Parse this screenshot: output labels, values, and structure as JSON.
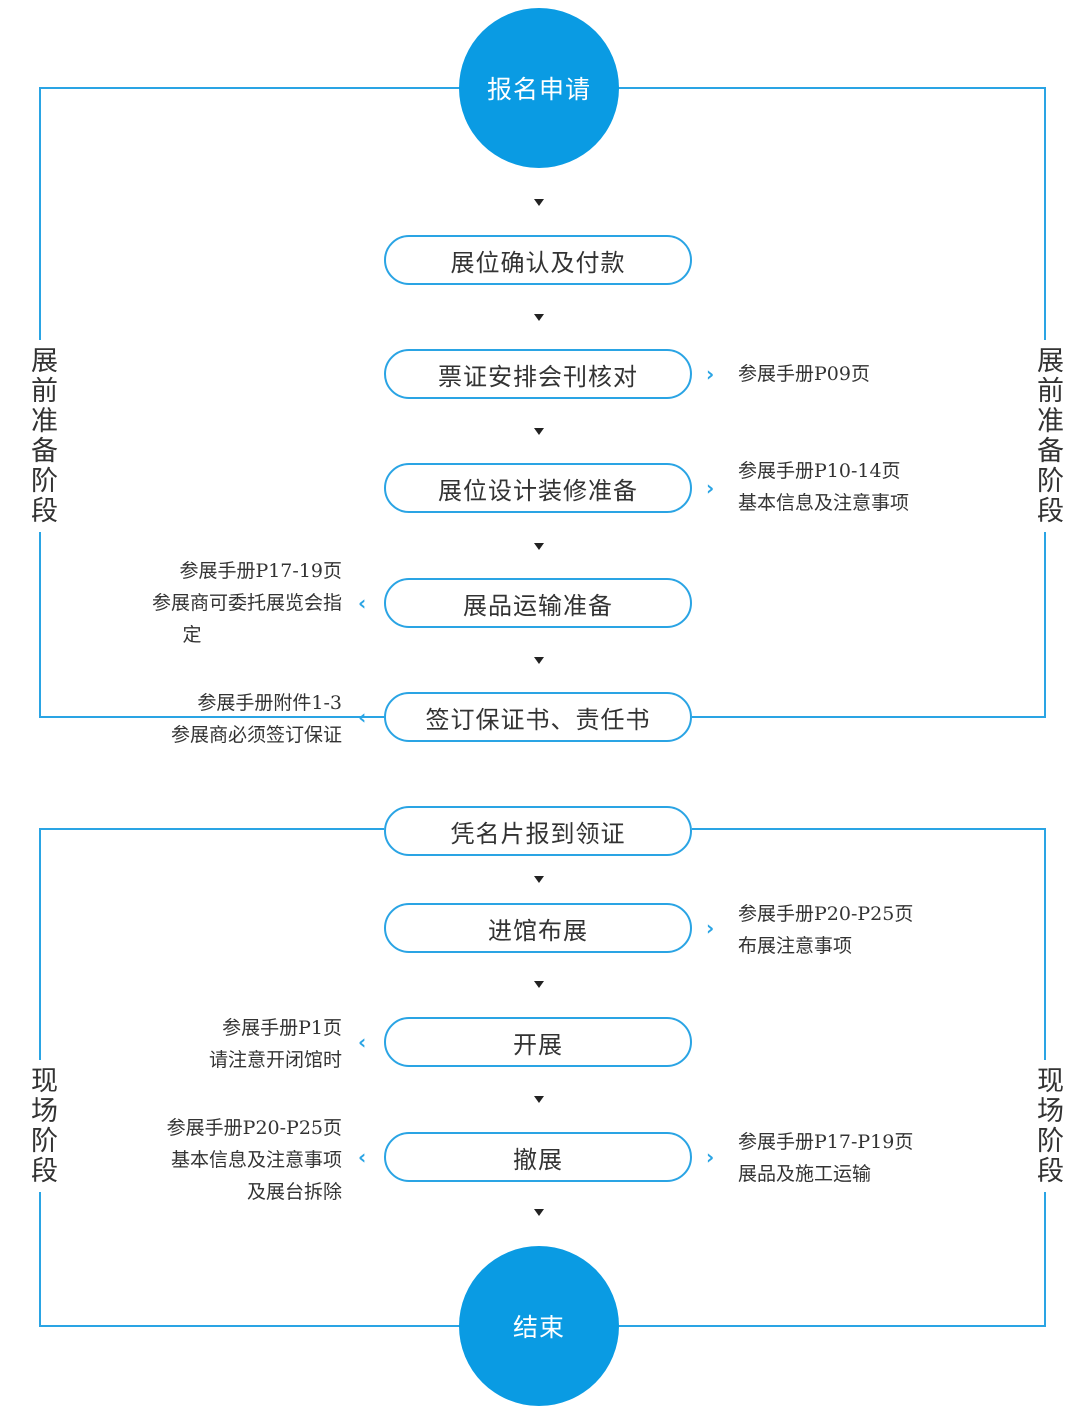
{
  "start": "报名申请",
  "end": "结束",
  "stages": {
    "pre_left": "展前准备阶段",
    "pre_right": "展前准备阶段",
    "onsite_left": "现场阶段",
    "onsite_right": "现场阶段"
  },
  "steps": [
    "展位确认及付款",
    "票证安排会刊核对",
    "展位设计装修准备",
    "展品运输准备",
    "签订保证书、责任书",
    "凭名片报到领证",
    "进馆布展",
    "开展",
    "撤展"
  ],
  "notes": {
    "step2_right": [
      "参展手册P09页"
    ],
    "step3_right": [
      "参展手册P10-14页",
      "基本信息及注意事项"
    ],
    "step4_left": [
      "参展手册P17-19页",
      "参展商可委托展览会指",
      "定"
    ],
    "step5_left": [
      "参展手册附件1-3",
      "参展商必须签订保证"
    ],
    "step7_right": [
      "参展手册P20-P25页",
      "布展注意事项"
    ],
    "step8_left": [
      "参展手册P1页",
      "请注意开闭馆时"
    ],
    "step9_left": [
      "参展手册P20-P25页",
      "基本信息及注意事项",
      "及展台拆除"
    ],
    "step9_right": [
      "参展手册P17-P19页",
      "展品及施工运输"
    ]
  },
  "colors": {
    "accent": "#0a9be3",
    "outline": "#2aa4e4",
    "text": "#333333"
  }
}
